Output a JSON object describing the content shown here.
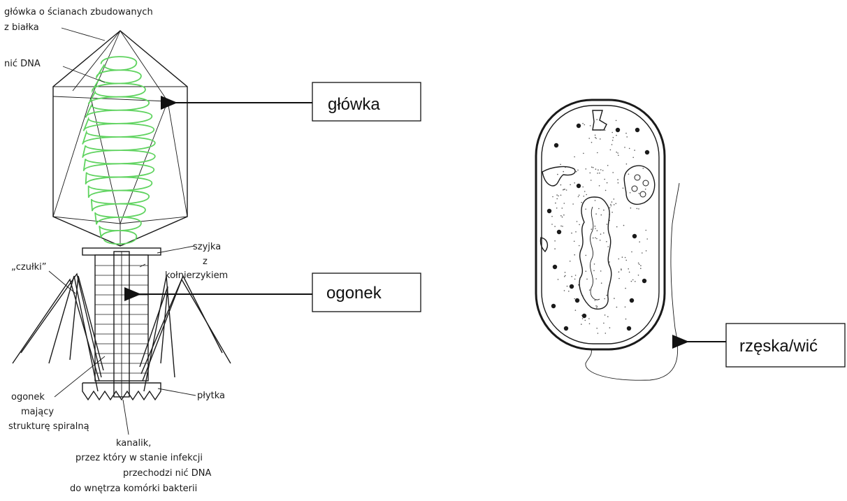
{
  "colors": {
    "dna": "#5fd35f",
    "line": "#1a1a1a",
    "background": "#ffffff"
  },
  "phage": {
    "labels": {
      "head_wall_1": "główka o ścianach zbudowanych",
      "head_wall_2": "z białka",
      "dna": "nić DNA",
      "neck_1": "szyjka",
      "neck_2": "z",
      "neck_3": "kołnierzykiem",
      "feelers": "„czułki”",
      "tail_1": "ogonek",
      "tail_2": "mający",
      "tail_3": "strukturę spiralną",
      "plate": "płytka",
      "canal_1": "kanalik,",
      "canal_2": "przez który w stanie infekcji",
      "canal_3": "przechodzi nić DNA",
      "canal_4": "do wnętrza komórki bakterii"
    }
  },
  "callouts": {
    "head": "główka",
    "tail": "ogonek",
    "flagellum": "rzęska/wić"
  }
}
